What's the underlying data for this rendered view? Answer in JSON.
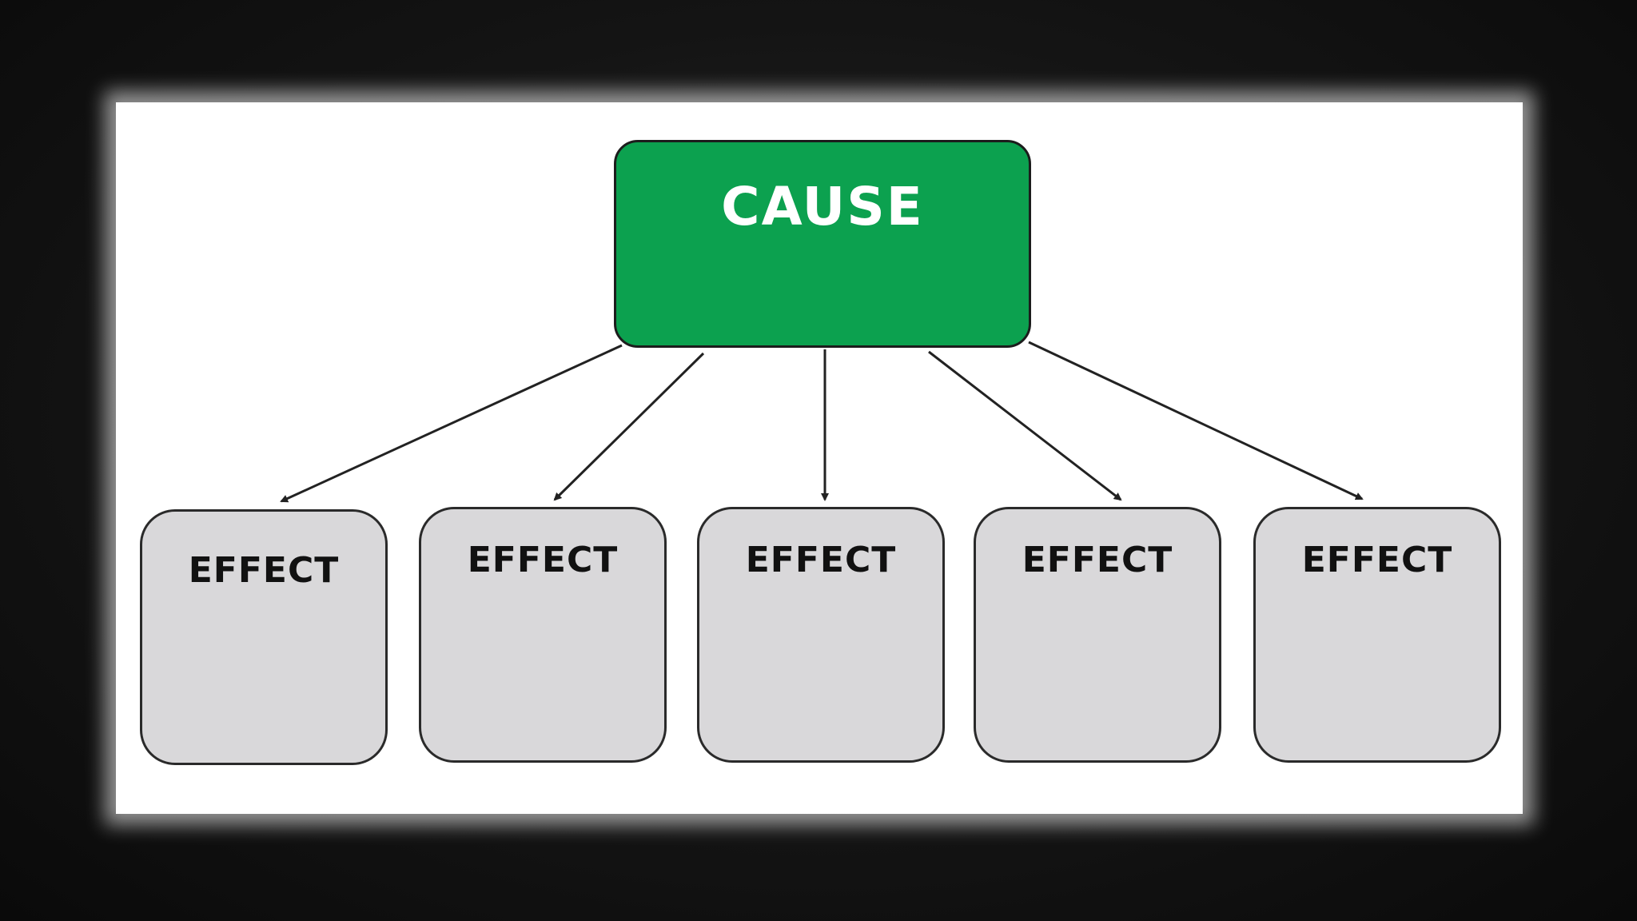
{
  "diagram": {
    "cause": {
      "label": "CAUSE",
      "color": "#0ca14f"
    },
    "effects": [
      {
        "label": "EFFECT"
      },
      {
        "label": "EFFECT"
      },
      {
        "label": "EFFECT"
      },
      {
        "label": "EFFECT"
      },
      {
        "label": "EFFECT"
      }
    ],
    "colors": {
      "effect_fill": "#d9d8da",
      "outline": "#1c1c1c",
      "background": "#141414",
      "panel": "#ffffff"
    }
  }
}
